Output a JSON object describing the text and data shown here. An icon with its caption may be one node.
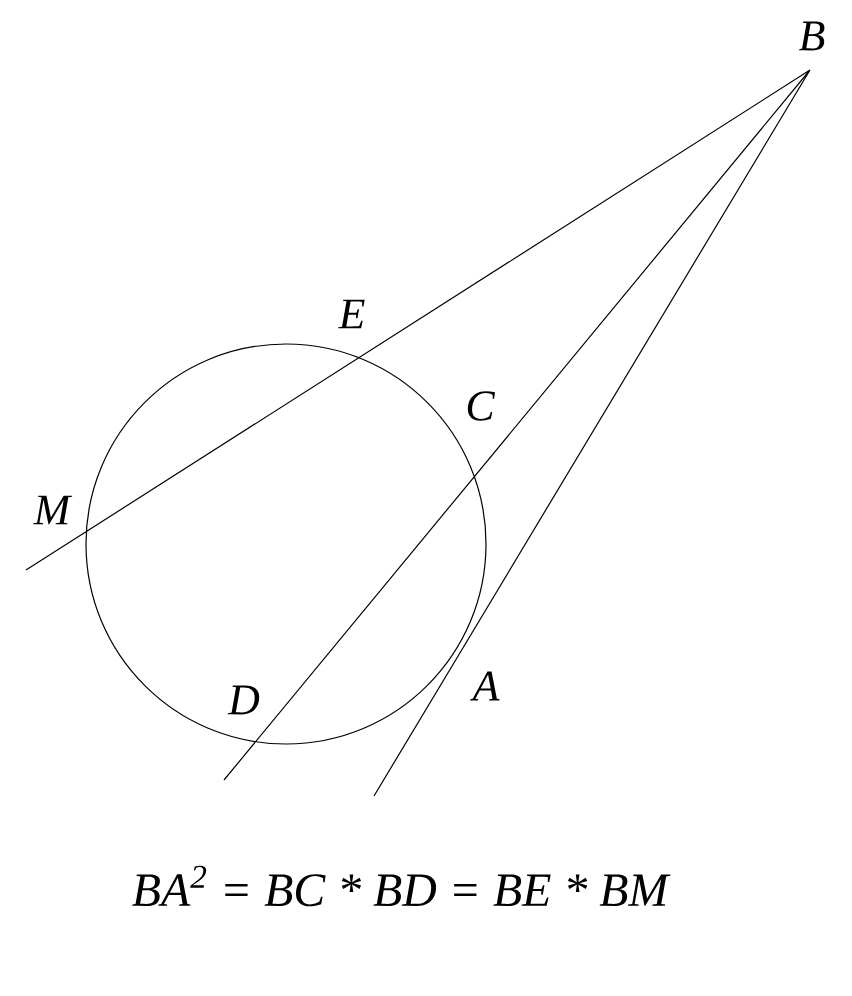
{
  "diagram": {
    "labels": [
      "B",
      "E",
      "C",
      "M",
      "D",
      "A",
      "BA$^{2}$ = BC * BD = BE * BM"
    ]
  }
}
